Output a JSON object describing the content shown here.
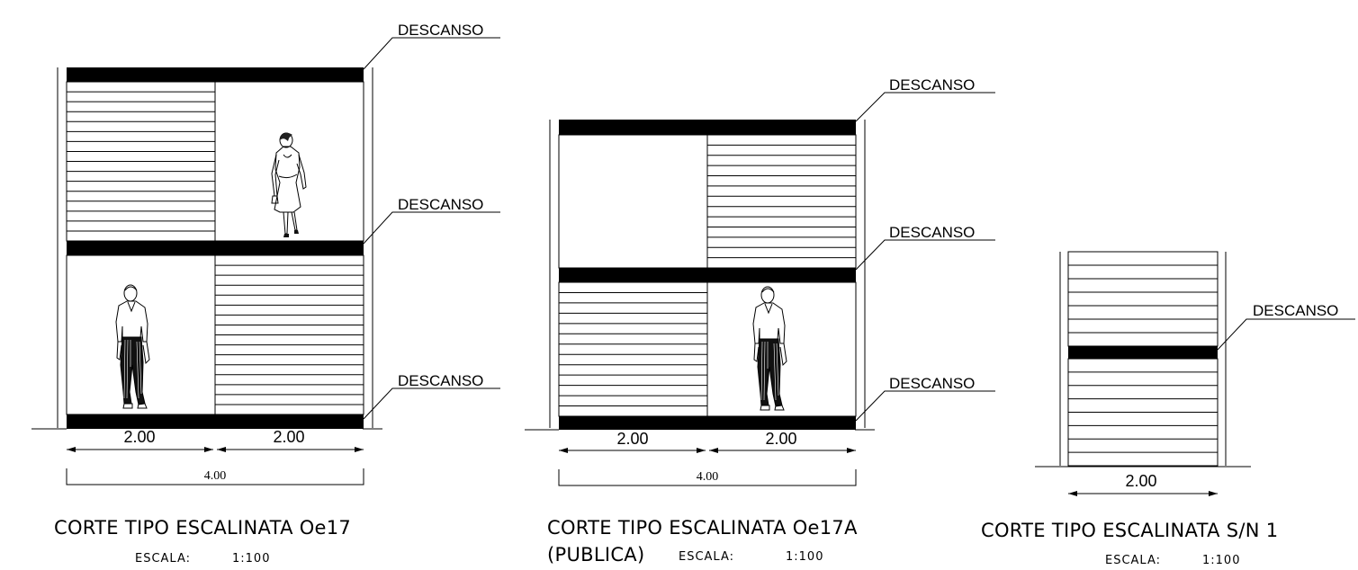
{
  "landing_label": "DESCANSO",
  "sections": [
    {
      "title": "CORTE TIPO  ESCALINATA Oe17",
      "scale_label": "ESCALA:",
      "scale_value": "1:100",
      "dims": [
        "2.00",
        "2.00"
      ],
      "total_dim": "4.00"
    },
    {
      "title": "CORTE TIPO  ESCALINATA Oe17A",
      "title_line2": "(PUBLICA)",
      "scale_label": "ESCALA:",
      "scale_value": "1:100",
      "dims": [
        "2.00",
        "2.00"
      ],
      "total_dim": "4.00"
    },
    {
      "title": "CORTE TIPO  ESCALINATA S/N 1",
      "scale_label": "ESCALA:",
      "scale_value": "1:100",
      "dims": [
        "2.00"
      ]
    }
  ],
  "figures": [
    "man-figure-icon",
    "woman-figure-icon"
  ]
}
